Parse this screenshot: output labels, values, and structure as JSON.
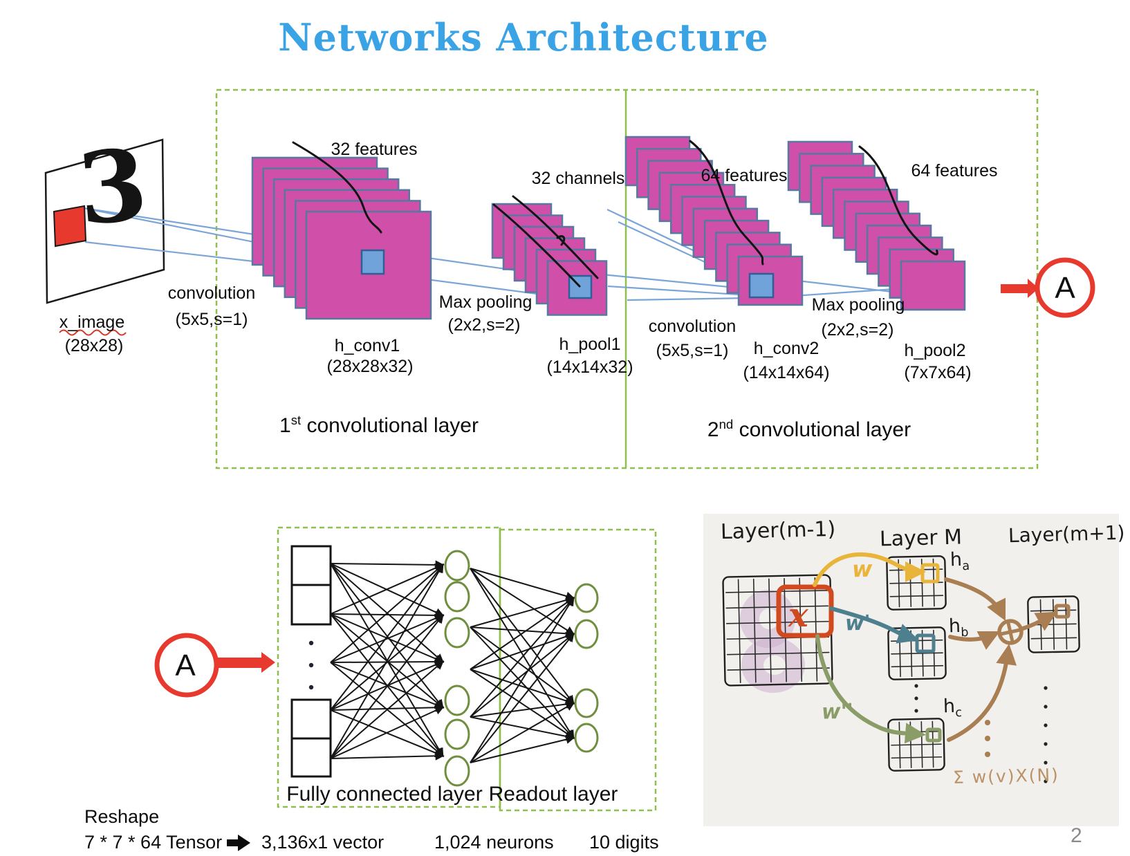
{
  "title": "Networks Architecture",
  "page_number": "2",
  "colors": {
    "title_blue": "#3aa3e6",
    "feature_map_magenta": "#d04fa8",
    "map_border_blue": "#5878a2",
    "patch_blue": "#6fa3d9",
    "connection_blue": "#7aa5d6",
    "box_green": "#8fbf4d",
    "neuron_green": "#6f8f3e",
    "accent_red": "#e8392e",
    "sketch_yellow": "#e8b43a",
    "sketch_teal": "#4d7f8e",
    "sketch_olive": "#8a9c68",
    "sketch_brown": "#a87e52",
    "sketch_orange": "#d1491f",
    "sketch_background": "#f2f0ec"
  },
  "cnn": {
    "input_digit": "3",
    "input_label": "x_image",
    "input_shape": "(28x28)",
    "conv1_op": "convolution",
    "conv1_params": "(5x5,s=1)",
    "conv1_features": "32 features",
    "conv1_name": "h_conv1",
    "conv1_shape": "(28x28x32)",
    "pool1_op": "Max pooling",
    "pool1_params": "(2x2,s=2)",
    "pool1_channels": "32 channels",
    "pool1_name": "h_pool1",
    "pool1_shape": "(14x14x32)",
    "conv2_op": "convolution",
    "conv2_params": "(5x5,s=1)",
    "conv2_features": "64 features",
    "conv2_name": "h_conv2",
    "conv2_shape": "(14x14x64)",
    "pool2_op": "Max pooling",
    "pool2_params": "(2x2,s=2)",
    "pool2_features": "64 features",
    "pool2_name": "h_pool2",
    "pool2_shape": "(7x7x64)",
    "layer1_label_num": "1",
    "layer1_label_sup": "st",
    "layer1_label_text": " convolutional layer",
    "layer2_label_num": "2",
    "layer2_label_sup": "nd",
    "layer2_label_text": " convolutional layer",
    "connector_a": "A"
  },
  "fc": {
    "connector_a": "A",
    "fully_connected_label": "Fully connected layer",
    "readout_label": "Readout layer",
    "reshape_label": "Reshape",
    "tensor_text": "7 * 7 * 64 Tensor",
    "vector_text": "3,136x1 vector",
    "neurons_text": "1,024 neurons",
    "digits_text": "10 digits"
  },
  "sketch": {
    "layer_prev": "Layer(m-1)",
    "layer_m": "Layer M",
    "layer_next": "Layer(m+1)",
    "w_label": "w",
    "w_prime_label": "w'",
    "w_dprime_label": "w''",
    "x_label": "x",
    "h_a_base": "h",
    "h_a_sub": "a",
    "h_b_base": "h",
    "h_b_sub": "b",
    "h_c_base": "h",
    "h_c_sub": "c",
    "sum_formula": "Σ w(v)X(N)"
  },
  "icons": {
    "reshape_arrow_icon": "right-arrow"
  }
}
